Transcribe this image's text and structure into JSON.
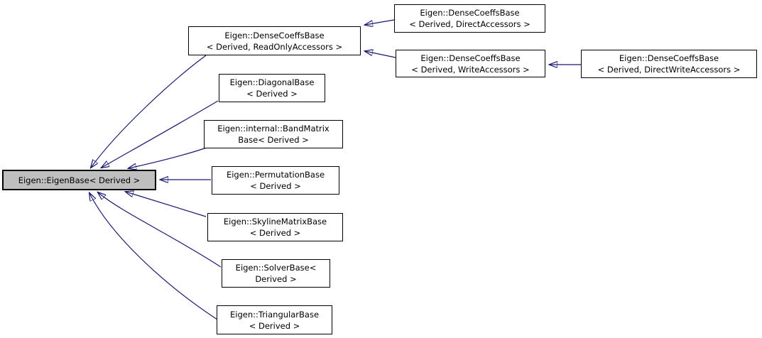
{
  "diagram": {
    "kind": "class-inheritance-graph",
    "described_class": "Eigen::EigenBase< Derived >",
    "colors": {
      "edge": "#191970",
      "node_border": "#000000",
      "node_fill": "#ffffff",
      "highlight_fill": "#bfbfbf",
      "text": "#000000",
      "background": "#ffffff"
    },
    "nodes": {
      "eigenbase": {
        "highlighted": true,
        "lines": [
          "Eigen::EigenBase< Derived >"
        ]
      },
      "readonly": {
        "highlighted": false,
        "lines": [
          "Eigen::DenseCoeffsBase",
          "< Derived, ReadOnlyAccessors >"
        ]
      },
      "direct": {
        "highlighted": false,
        "lines": [
          "Eigen::DenseCoeffsBase",
          "< Derived, DirectAccessors >"
        ]
      },
      "write": {
        "highlighted": false,
        "lines": [
          "Eigen::DenseCoeffsBase",
          "< Derived, WriteAccessors >"
        ]
      },
      "directwrite": {
        "highlighted": false,
        "lines": [
          "Eigen::DenseCoeffsBase",
          "< Derived, DirectWriteAccessors >"
        ]
      },
      "diagonal": {
        "highlighted": false,
        "lines": [
          "Eigen::DiagonalBase",
          "< Derived >"
        ]
      },
      "bandmatrix": {
        "highlighted": false,
        "lines": [
          "Eigen::internal::BandMatrix",
          "Base< Derived >"
        ]
      },
      "permutation": {
        "highlighted": false,
        "lines": [
          "Eigen::PermutationBase",
          "< Derived >"
        ]
      },
      "skyline": {
        "highlighted": false,
        "lines": [
          "Eigen::SkylineMatrixBase",
          "< Derived >"
        ]
      },
      "solver": {
        "highlighted": false,
        "lines": [
          "Eigen::SolverBase<",
          "Derived >"
        ]
      },
      "triangular": {
        "highlighted": false,
        "lines": [
          "Eigen::TriangularBase",
          "< Derived >"
        ]
      }
    },
    "edges": [
      {
        "from": "readonly",
        "to": "eigenbase"
      },
      {
        "from": "diagonal",
        "to": "eigenbase"
      },
      {
        "from": "bandmatrix",
        "to": "eigenbase"
      },
      {
        "from": "permutation",
        "to": "eigenbase"
      },
      {
        "from": "skyline",
        "to": "eigenbase"
      },
      {
        "from": "solver",
        "to": "eigenbase"
      },
      {
        "from": "triangular",
        "to": "eigenbase"
      },
      {
        "from": "direct",
        "to": "readonly"
      },
      {
        "from": "write",
        "to": "readonly"
      },
      {
        "from": "directwrite",
        "to": "write"
      }
    ]
  }
}
